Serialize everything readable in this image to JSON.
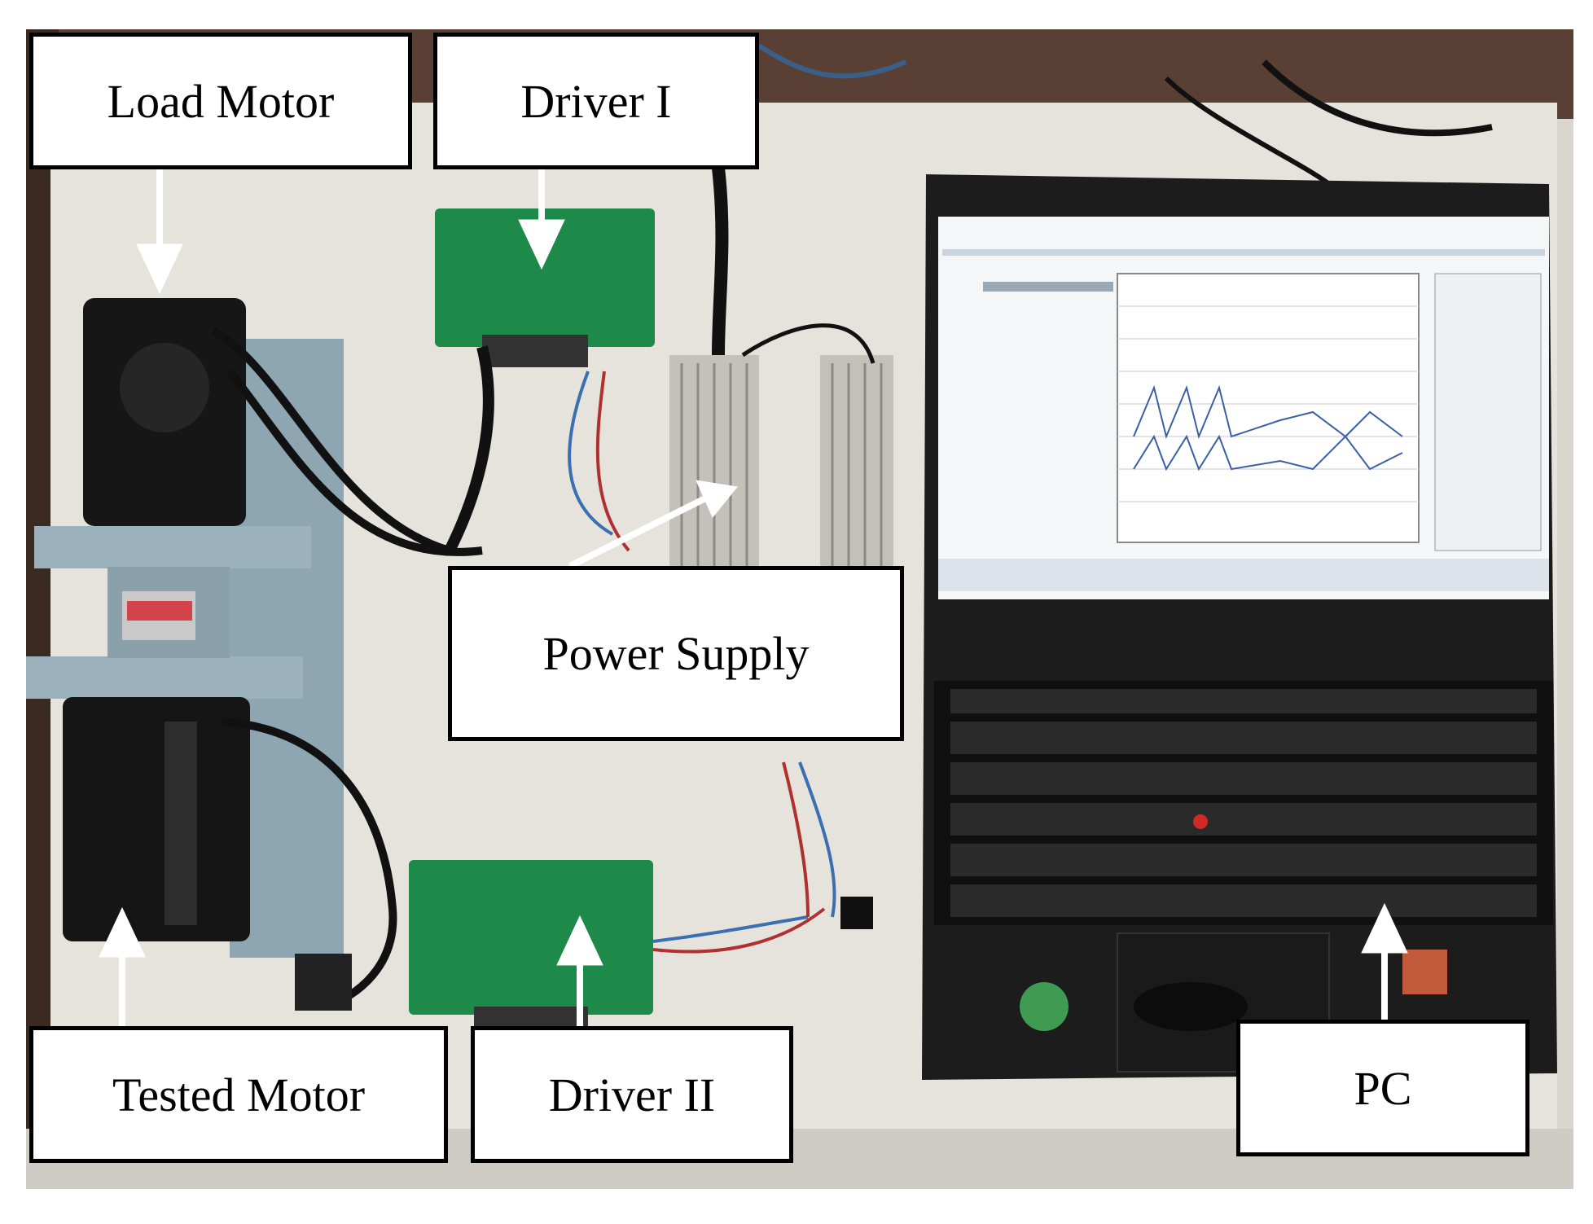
{
  "labels": {
    "load_motor": "Load Motor",
    "driver_1": "Driver I",
    "power_supply": "Power Supply",
    "tested_motor": "Tested Motor",
    "driver_2": "Driver II",
    "pc": "PC"
  },
  "colors": {
    "table": "#e3e1dc",
    "pcb": "#1d8a4a",
    "motor": "#141414",
    "bracket": "#8ea6b2",
    "heatsink": "#bfbcb6",
    "laptop": "#1c1c1c",
    "screen": "#f4f6f8",
    "arrow": "#ffffff"
  }
}
